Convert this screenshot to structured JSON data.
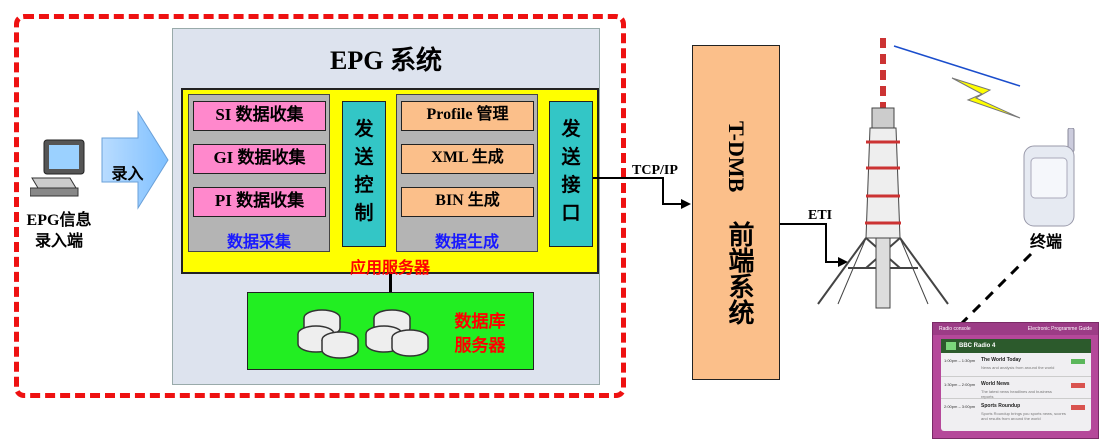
{
  "epg_title": "EPG 系统",
  "input_terminal": {
    "line1": "EPG信息",
    "line2": "录入端"
  },
  "input_arrow_label": "录入",
  "collect_buttons": [
    "SI 数据收集",
    "GI 数据收集",
    "PI 数据收集"
  ],
  "collect_group_label": "数据采集",
  "send_control_chars": [
    "发",
    "送",
    "控",
    "制"
  ],
  "generate_buttons": [
    "Profile 管理",
    "XML 生成",
    "BIN 生成"
  ],
  "generate_group_label": "数据生成",
  "send_interface_chars": [
    "发",
    "送",
    "接",
    "口"
  ],
  "app_server_label": "应用服务器",
  "db_server": {
    "line1": "数据库",
    "line2": "服务器"
  },
  "tcpip_label": "TCP/IP",
  "tdmb_title": "T-DMB",
  "tdmb_subtitle": "前端系统",
  "eti_label": "ETI",
  "terminal_label": "终端",
  "screenshot": {
    "header_left": "Radio console",
    "header_right": "Electronic Programme Guide",
    "station": "BBC Radio 4",
    "items": [
      {
        "time": "1:00pm – 1:30pm",
        "title": "The World Today",
        "desc": "News and analysis from around the world"
      },
      {
        "time": "1:30pm – 2:00pm",
        "title": "World News",
        "desc": "The latest news headlines and business reports"
      },
      {
        "time": "2:00pm – 3:00pm",
        "title": "Sports Roundup",
        "desc": "Sports Roundup brings you sports news, scores and results from around the world"
      }
    ]
  }
}
